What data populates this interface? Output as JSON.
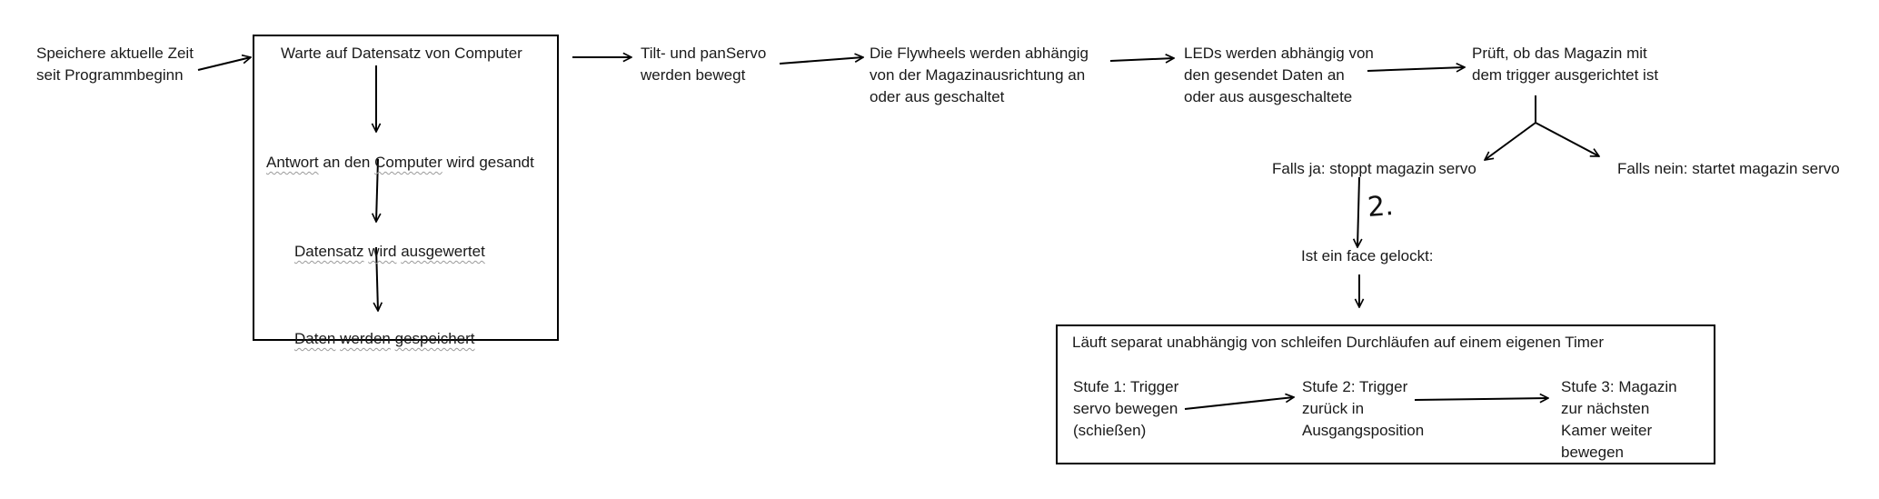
{
  "nodes": {
    "start": "Speichere aktuelle Zeit\nseit Programmbeginn",
    "wait": "Warte auf Datensatz von Computer",
    "answer_pre": "Antwort",
    "answer_mid1": " an den ",
    "answer_w": "Computer",
    "answer_end": " wird gesandt",
    "eval_a": "Datensatz",
    "eval_sp1": " ",
    "eval_b": "wird",
    "eval_sp2": " ",
    "eval_c": "ausgewertet",
    "save_a": "Daten",
    "save_sp1": " ",
    "save_b": "werden",
    "save_sp2": " ",
    "save_c": "gespeichert",
    "tiltpan": "Tilt- und panServo\nwerden bewegt",
    "flywheels": "Die Flywheels werden abhängig\nvon der Magazinausrichtung an\noder aus geschaltet",
    "leds": "LEDs werden abhängig von\nden gesendet Daten an\noder aus ausgeschaltete",
    "check": "Prüft, ob das Magazin mit\ndem trigger ausgerichtet ist",
    "yes": "Falls ja: stoppt magazin servo",
    "no": "Falls nein: startet magazin servo",
    "face": "Ist ein face gelockt:",
    "timer_title": "Läuft separat unabhängig von schleifen Durchläufen auf einem eigenen Timer",
    "stage1": "Stufe 1: Trigger\nservo bewegen\n(schießen)",
    "stage2": "Stufe 2: Trigger\nzurück in\nAusgangsposition",
    "stage3": "Stufe 3: Magazin\nzur nächsten\nKamer weiter\nbewegen"
  },
  "handwritten_note": "2."
}
